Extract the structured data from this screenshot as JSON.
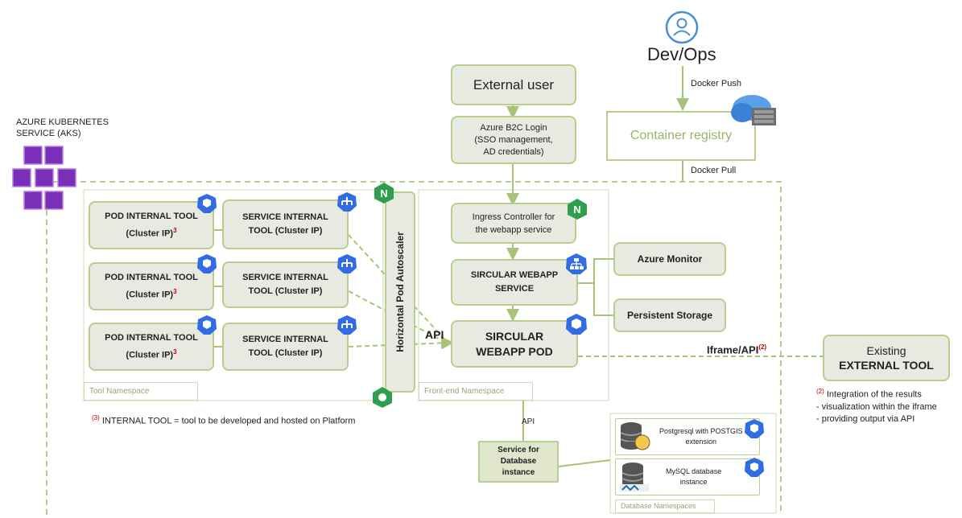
{
  "aks": {
    "title_line1": "AZURE KUBERNETES",
    "title_line2": "SERVICE (AKS)"
  },
  "devops": {
    "label": "Dev/Ops",
    "push": "Docker Push",
    "pull": "Docker Pull"
  },
  "registry": {
    "label": "Container registry"
  },
  "external_user": {
    "label": "External user"
  },
  "b2c": {
    "line1": "Azure B2C Login",
    "line2": "(SSO management,",
    "line3": "AD credentials)"
  },
  "ingress": {
    "line1": "Ingress Controller for",
    "line2": "the webapp service"
  },
  "webapp_service": {
    "line1": "SIRCULAR WEBAPP",
    "line2": "SERVICE"
  },
  "webapp_pod": {
    "line1": "SIRCULAR",
    "line2": "WEBAPP POD"
  },
  "azure_monitor": {
    "label": "Azure Monitor"
  },
  "persistent_storage": {
    "label": "Persistent Storage"
  },
  "hpa": {
    "label": "Horizontal Pod Autoscaler"
  },
  "api_label": "API",
  "api_label_db": "API",
  "iframe_label": "Iframe/API",
  "iframe_sup": "(2)",
  "pods": [
    {
      "line1": "POD INTERNAL TOOL",
      "line2": "(Cluster IP)",
      "sup": "3"
    },
    {
      "line1": "POD INTERNAL TOOL",
      "line2": "(Cluster IP)",
      "sup": "3"
    },
    {
      "line1": "POD INTERNAL TOOL",
      "line2": "(Cluster IP)",
      "sup": "3"
    }
  ],
  "services": [
    {
      "line1": "SERVICE INTERNAL",
      "line2": "TOOL (Cluster IP)"
    },
    {
      "line1": "SERVICE INTERNAL",
      "line2": "TOOL (Cluster IP)"
    },
    {
      "line1": "SERVICE INTERNAL",
      "line2": "TOOL (Cluster IP)"
    }
  ],
  "tool_namespace": "Tool Namespace",
  "frontend_namespace": "Front-end Namespace",
  "database_namespace": "Database Namespaces",
  "internal_note": {
    "sup": "(3)",
    "text": "INTERNAL TOOL = tool to be developed and hosted on Platform"
  },
  "db_service": {
    "line1": "Service for",
    "line2": "Database",
    "line3": "instance"
  },
  "postgres": {
    "line1": "Postgresql with POSTGIS",
    "line2": "extension"
  },
  "mysql": {
    "line1": "MySQL database",
    "line2": "instance"
  },
  "external_tool": {
    "line1": "Existing",
    "line2": "EXTERNAL TOOL"
  },
  "integration_note": {
    "sup": "(2)",
    "line1": "Integration of the results",
    "line2": "- visualization within the iframe",
    "line3": "- providing output via API"
  },
  "colors": {
    "box_fill": "#e8eae1",
    "box_border": "#b7cf8e",
    "line": "#a9c37a",
    "k8s_blue": "#326ce5",
    "nginx_green": "#2e9e4f",
    "aks_purple": "#7a2fb8"
  }
}
